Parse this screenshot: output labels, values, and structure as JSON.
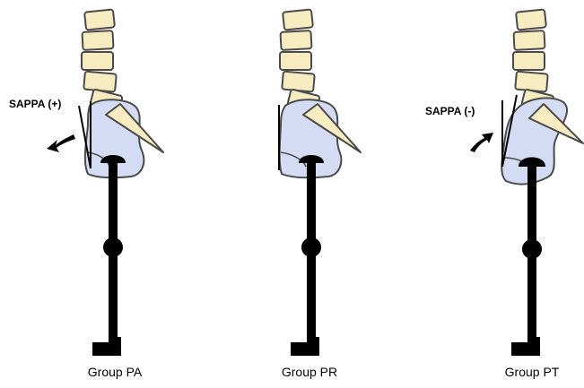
{
  "figure": {
    "panels": [
      {
        "group_label": "Group PA",
        "sappa_label": "SAPPA (+)"
      },
      {
        "group_label": "Group PR",
        "sappa_label": ""
      },
      {
        "group_label": "Group PT",
        "sappa_label": "SAPPA (-)"
      }
    ]
  },
  "colors": {
    "vertebra_fill": "#f7ecc0",
    "pelvis_fill": "#d4dcf4",
    "outline": "#4a4a4a",
    "limb": "#000000"
  },
  "icons": [
    "arrow-left-icon",
    "arrow-right-icon"
  ]
}
